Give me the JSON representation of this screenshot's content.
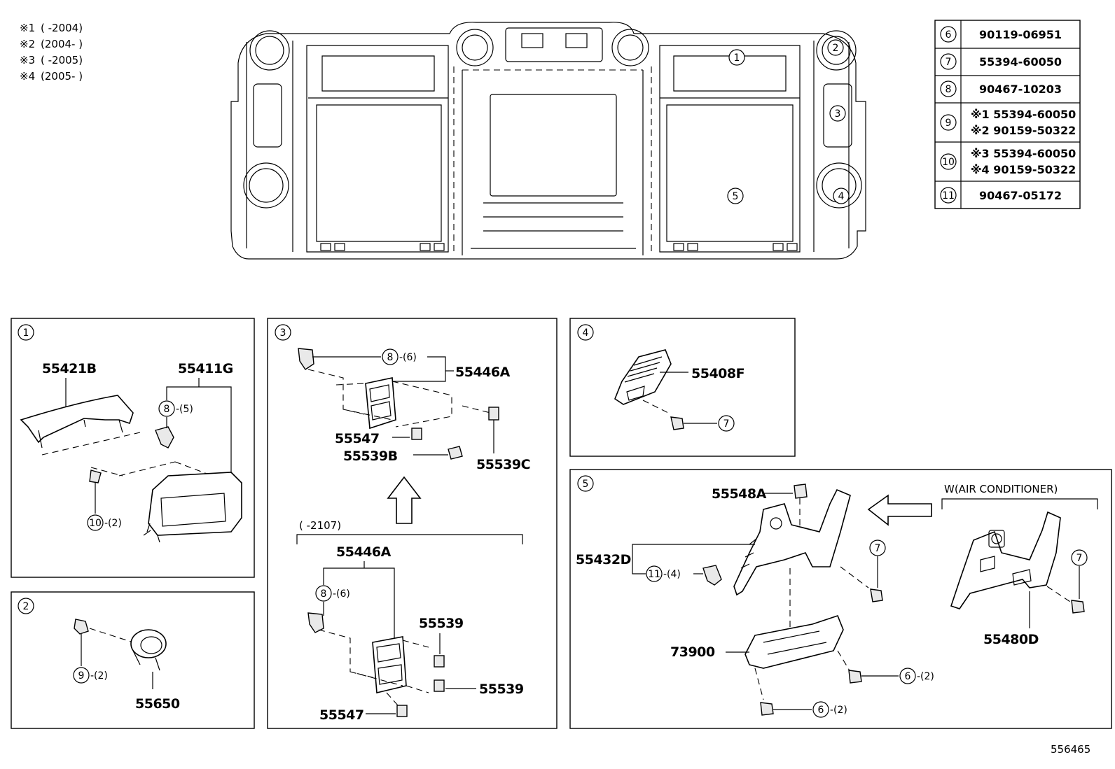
{
  "notes": [
    {
      "mark": "※1",
      "range": "(      -2004)"
    },
    {
      "mark": "※2",
      "range": "(2004-      )"
    },
    {
      "mark": "※3",
      "range": "(      -2005)"
    },
    {
      "mark": "※4",
      "range": "(2005-      )"
    }
  ],
  "part_table": [
    {
      "ref": "6",
      "lines": [
        "90119-06951"
      ]
    },
    {
      "ref": "7",
      "lines": [
        "55394-60050"
      ]
    },
    {
      "ref": "8",
      "lines": [
        "90467-10203"
      ]
    },
    {
      "ref": "9",
      "lines": [
        "※1 55394-60050",
        "※2 90159-50322"
      ]
    },
    {
      "ref": "10",
      "lines": [
        "※3 55394-60050",
        "※4 90159-50322"
      ]
    },
    {
      "ref": "11",
      "lines": [
        "90467-05172"
      ]
    }
  ],
  "overview_callouts": [
    "1",
    "2",
    "3",
    "4",
    "5"
  ],
  "panel1": {
    "num": "1",
    "parts": [
      "55421B",
      "55411G"
    ],
    "callouts": [
      {
        "ref": "8",
        "qty": "-(5)"
      },
      {
        "ref": "10",
        "qty": "-(2)"
      }
    ]
  },
  "panel2": {
    "num": "2",
    "parts": [
      "55650"
    ],
    "callouts": [
      {
        "ref": "9",
        "qty": "-(2)"
      }
    ]
  },
  "panel3": {
    "num": "3",
    "parts": [
      "55446A",
      "55547",
      "55539B",
      "55539C"
    ],
    "callouts": [
      {
        "ref": "8",
        "qty": "-(6)"
      }
    ],
    "variant_label": "(      -2107)",
    "variant_parts": [
      "55446A",
      "55539",
      "55539",
      "55547"
    ],
    "variant_callouts": [
      {
        "ref": "8",
        "qty": "-(6)"
      }
    ]
  },
  "panel4": {
    "num": "4",
    "parts": [
      "55408F"
    ],
    "callouts": [
      {
        "ref": "7",
        "qty": ""
      }
    ]
  },
  "panel5": {
    "num": "5",
    "parts": [
      "55548A",
      "55432D",
      "73900",
      "55480D"
    ],
    "callouts": [
      {
        "ref": "11",
        "qty": "-(4)"
      },
      {
        "ref": "7",
        "qty": ""
      },
      {
        "ref": "6",
        "qty": "-(2)"
      },
      {
        "ref": "6",
        "qty": "-(2)"
      },
      {
        "ref": "7",
        "qty": ""
      }
    ],
    "condition_label": "W(AIR CONDITIONER)"
  },
  "diagram_id": "556465"
}
